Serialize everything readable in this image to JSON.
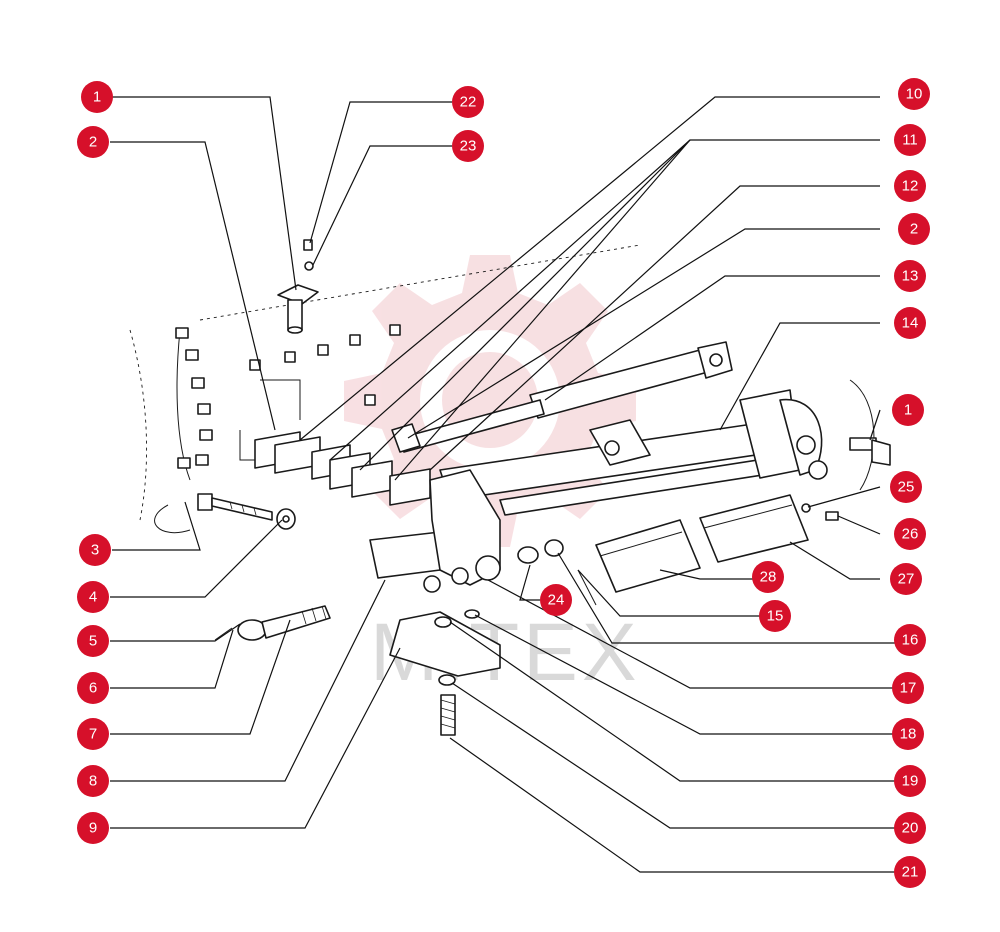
{
  "watermark": {
    "text": "MITEX",
    "color": "#bdbdbd",
    "gear_color": "#f2c7cc"
  },
  "callout_color": "#d6102a",
  "callouts": {
    "c1_top": "1",
    "c2_left": "2",
    "c3": "3",
    "c4": "4",
    "c5": "5",
    "c6": "6",
    "c7": "7",
    "c8": "8",
    "c9": "9",
    "c10": "10",
    "c11": "11",
    "c12": "12",
    "c2_right": "2",
    "c13": "13",
    "c14": "14",
    "c1_right": "1",
    "c25": "25",
    "c26": "26",
    "c27": "27",
    "c28": "28",
    "c15": "15",
    "c16": "16",
    "c17": "17",
    "c18": "18",
    "c19": "19",
    "c20": "20",
    "c21": "21",
    "c22": "22",
    "c23": "23",
    "c24": "24"
  }
}
